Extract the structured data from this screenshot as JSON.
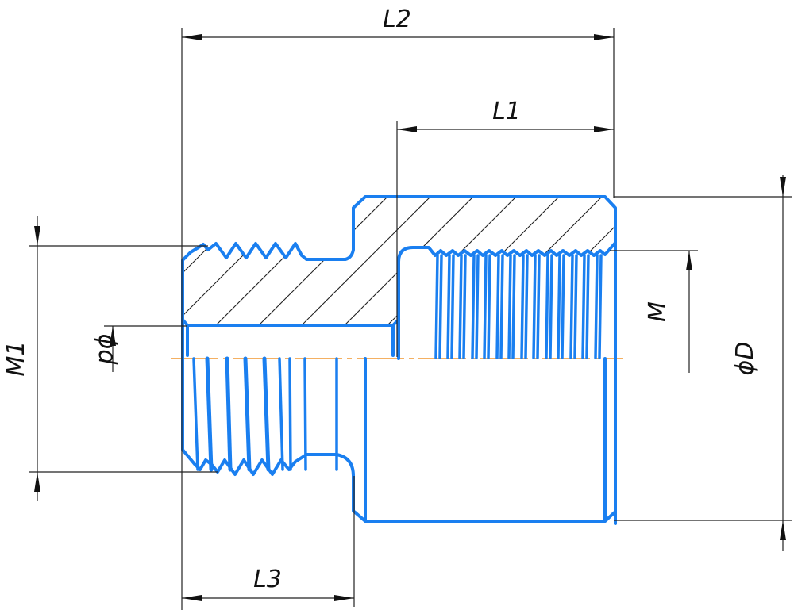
{
  "drawing": {
    "title": "Threaded reducing adapter (male-female) section",
    "colors": {
      "part_outline": "#1a7ff0",
      "axis_line": "#f0962e",
      "dimension": "#222222",
      "background": "#ffffff"
    },
    "dimensions": {
      "overall_length": "L2",
      "female_thread_length": "L1",
      "male_thread_length": "L3",
      "male_thread": "M1",
      "female_thread": "M",
      "bore_diameter": "ϕd",
      "outer_diameter": "ϕD"
    }
  }
}
